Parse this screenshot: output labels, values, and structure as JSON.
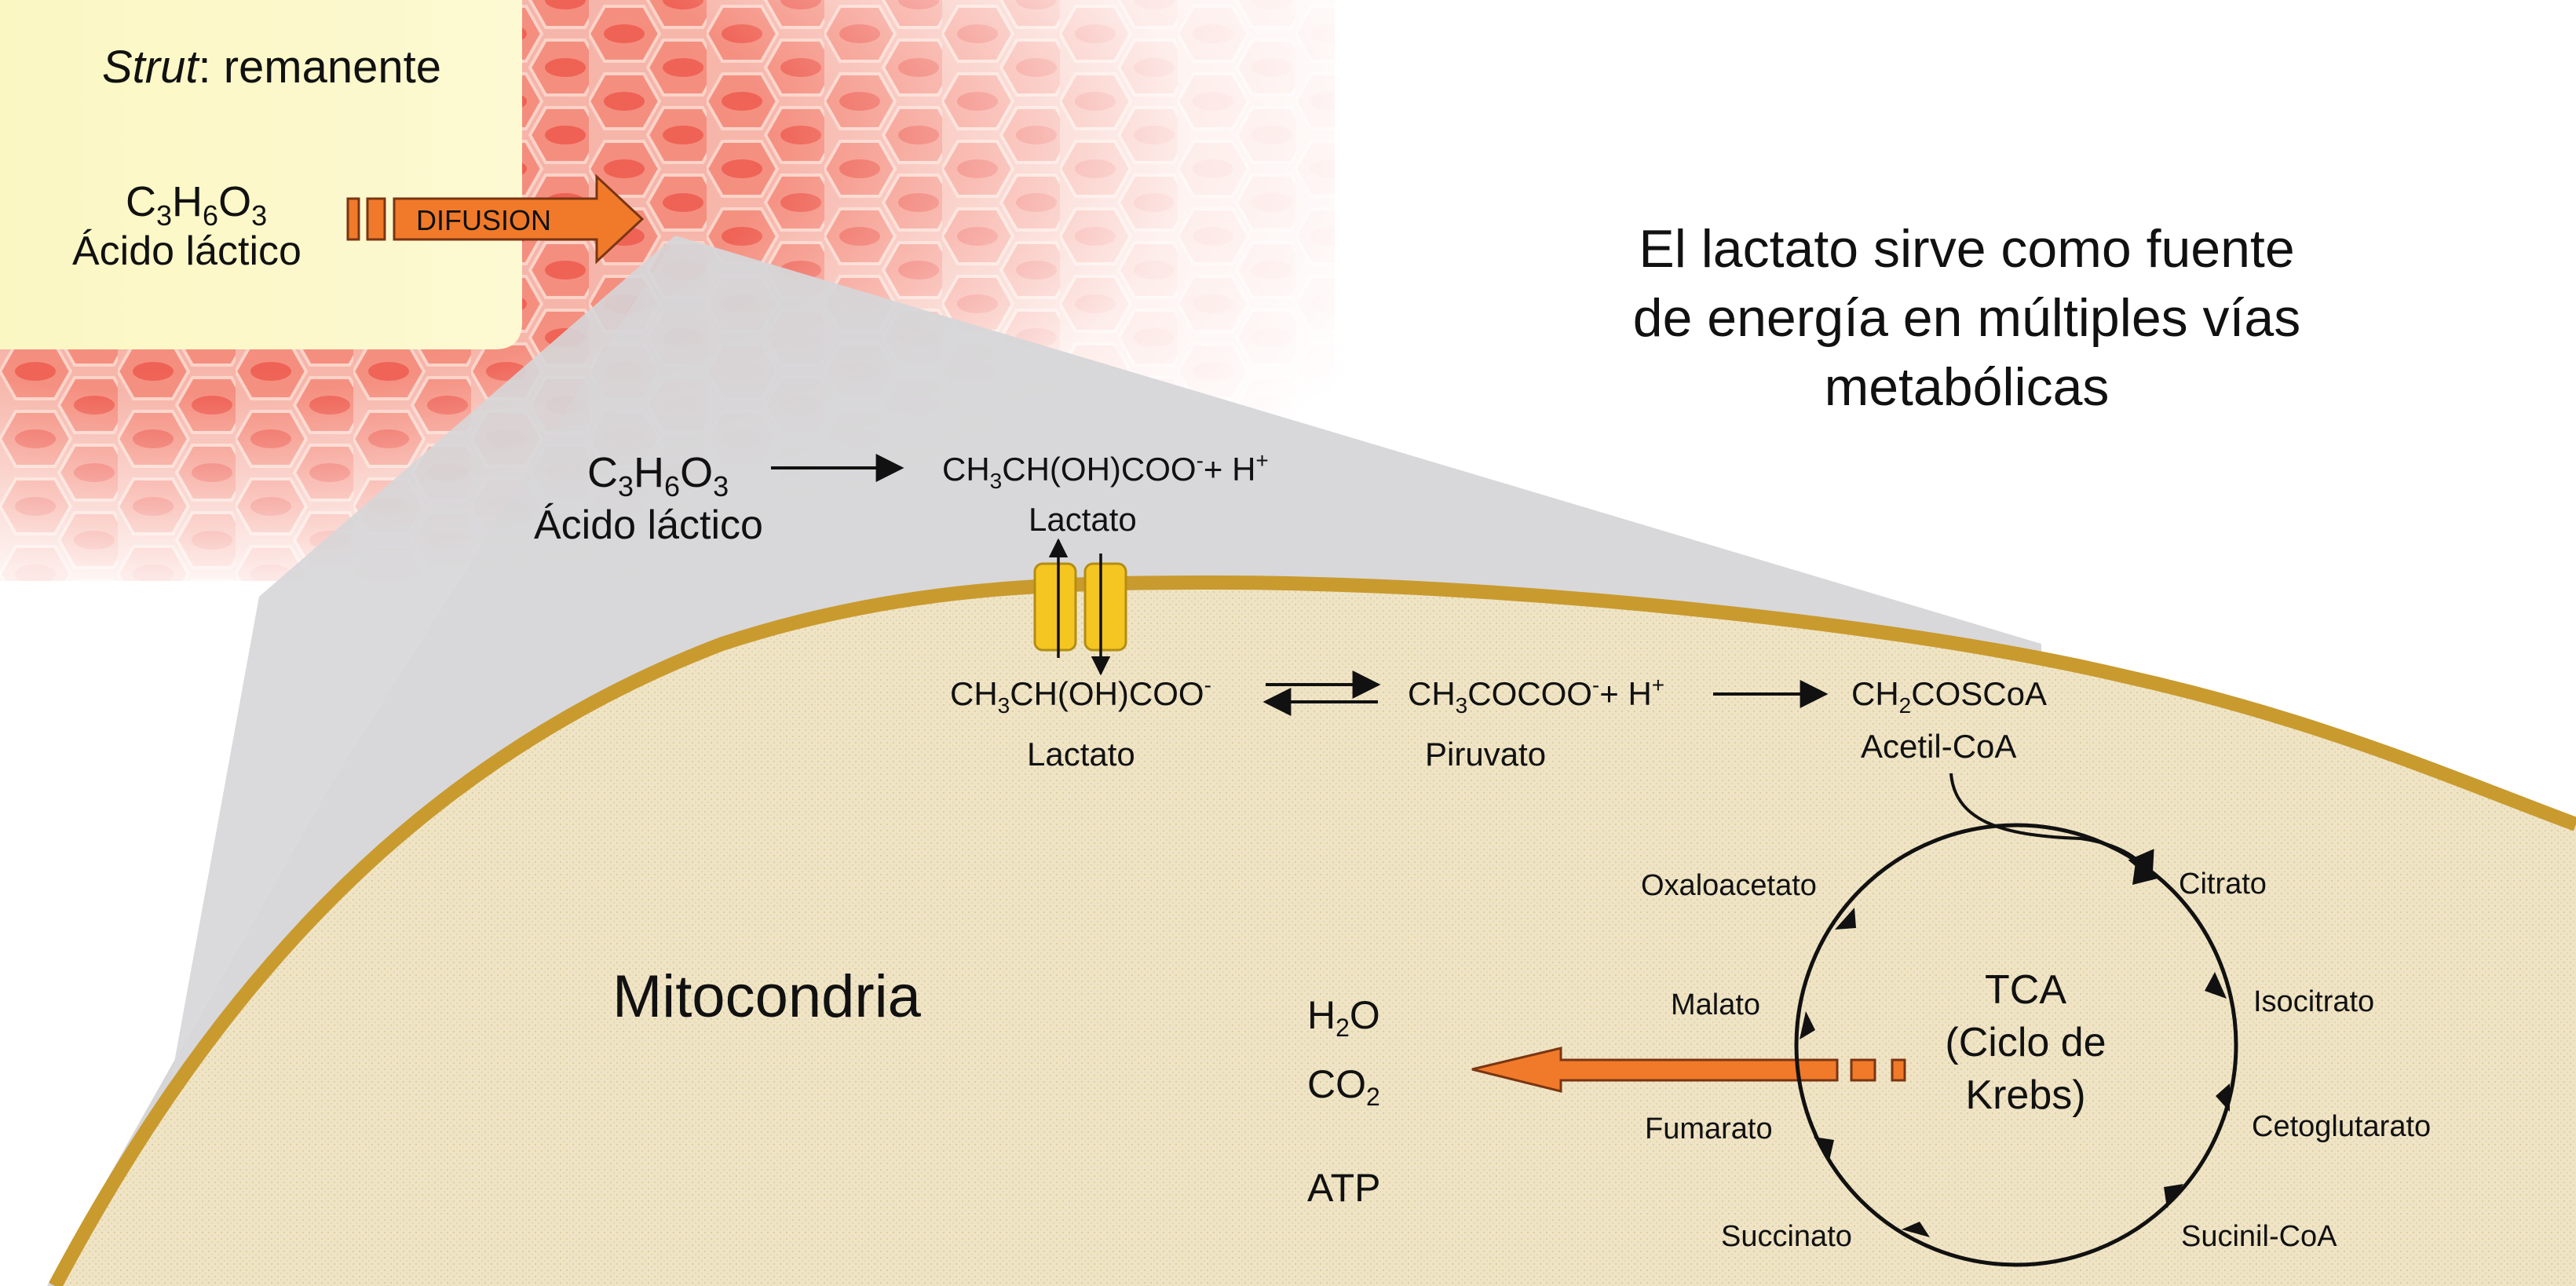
{
  "strut_box": {
    "title_italic": "Strut",
    "title_rest": ": remanente",
    "formula": {
      "c": "C",
      "c_sub": "3",
      "h": "H",
      "h_sub": "6",
      "o": "O",
      "o_sub": "3"
    },
    "name": "Ácido láctico",
    "arrow_label": "DIFUSION"
  },
  "headline": {
    "line1": "El lactato sirve como fuente",
    "line2": "de energía en múltiples vías",
    "line3": "metabólicas"
  },
  "outside_reaction": {
    "formula": {
      "c": "C",
      "c_sub": "3",
      "h": "H",
      "h_sub": "6",
      "o": "O",
      "o_sub": "3"
    },
    "name": "Ácido láctico",
    "product": {
      "a": "CH",
      "a_sub": "3",
      "b": "CH(OH)COO",
      "b_sup": "-",
      "c": "+ H",
      "c_sup": "+"
    },
    "product_name": "Lactato"
  },
  "inside_reaction": {
    "lactate": {
      "a": "CH",
      "a_sub": "3",
      "b": "CH(OH)COO",
      "b_sup": "-"
    },
    "lactate_name": "Lactato",
    "pyruvate": {
      "a": "CH",
      "a_sub": "3",
      "b": "COCOO",
      "b_sup": "-",
      "c": "+ H",
      "c_sup": "+"
    },
    "pyruvate_name": "Piruvato",
    "acetyl": {
      "a": "CH",
      "a_sub": "2",
      "b": "COSCoA"
    },
    "acetyl_name": "Acetil-CoA"
  },
  "mitochondria_label": "Mitocondria",
  "products": {
    "water": {
      "a": "H",
      "a_sub": "2",
      "b": "O"
    },
    "co2": {
      "a": "CO",
      "a_sub": "2"
    },
    "atp": "ATP"
  },
  "tca": {
    "center_line1": "TCA",
    "center_line2": "(Ciclo de",
    "center_line3": "Krebs)",
    "citrato": "Citrato",
    "isocitrato": "Isocitrato",
    "cetoglutarato": "Cetoglutarato",
    "sucinil": "Sucinil-CoA",
    "succinato": "Succinato",
    "fumarato": "Fumarato",
    "malato": "Malato",
    "oxaloacetato": "Oxaloacetato"
  },
  "colors": {
    "membrane": "#c99a2e",
    "matrix": "#efe4c6",
    "funnel": "#d6d6d8",
    "strut_box": "#fbf7c3",
    "orange_arrow": "#f07a2a",
    "channel": "#f5c521"
  }
}
